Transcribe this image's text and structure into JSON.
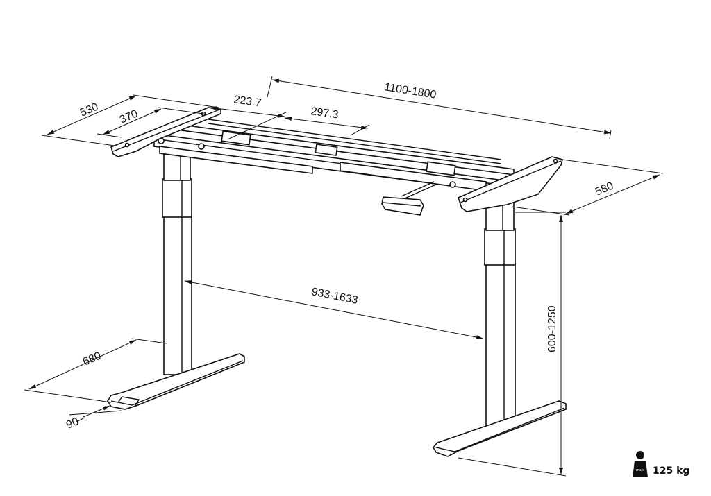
{
  "dimensions": {
    "total_width": "1100-1800",
    "frame_depth": "530",
    "bracket_span": "370",
    "offset_1": "223.7",
    "offset_2": "297.3",
    "right_depth": "580",
    "leg_spacing": "933-1633",
    "height_range": "600-1250",
    "foot_length": "680",
    "foot_width": "90"
  },
  "capacity": {
    "icon": "weight-icon",
    "icon_label": "max",
    "value": "125 kg"
  }
}
